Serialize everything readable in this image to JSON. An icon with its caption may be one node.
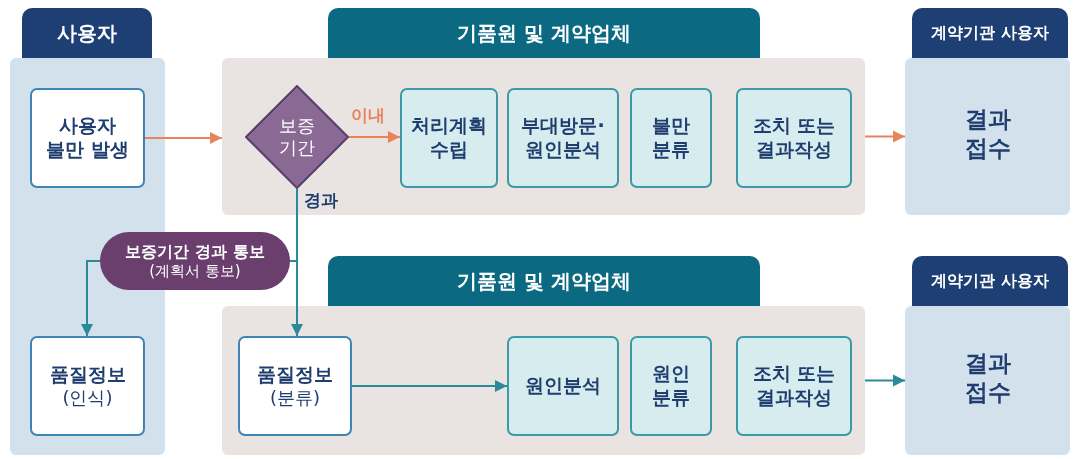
{
  "diagram": {
    "nodes": [
      {
        "text": [
          "사용자"
        ]
      },
      {
        "text": [
          "사용자 불만 발생"
        ],
        "in": 0
      },
      {
        "text": [
          "품질정보",
          "(인식)"
        ],
        "in": 0
      },
      {
        "text": [
          "기품원 및 계약업체"
        ]
      },
      {
        "text": [
          "보증 기간"
        ],
        "in": 3
      },
      {
        "text": [
          "처리계획 수립"
        ],
        "in": 3
      },
      {
        "text": [
          "부대방문· 원인분석"
        ],
        "in": 3
      },
      {
        "text": [
          "불만 분류"
        ],
        "in": 3
      },
      {
        "text": [
          "조치 또는 결과작성"
        ],
        "in": 3
      },
      {
        "text": [
          "계약기관 사용자",
          "결과 접수"
        ]
      },
      {
        "text": [
          "보증기간 경과 통보",
          "(계획서 통보)"
        ]
      },
      {
        "text": [
          "기품원 및 계약업체"
        ]
      },
      {
        "text": [
          "품질정보",
          "(분류)"
        ],
        "in": 11
      },
      {
        "text": [
          "원인분석"
        ],
        "in": 11
      },
      {
        "text": [
          "원인 분류"
        ],
        "in": 11
      },
      {
        "text": [
          "조치 또는 결과작성"
        ],
        "in": 11
      },
      {
        "text": [
          "계약기관 사용자",
          "결과 접수"
        ]
      }
    ],
    "edges": [
      {
        "from": 1,
        "to": 3,
        "arrow": "to",
        "color": "#e8845c"
      },
      {
        "from": 4,
        "to": 5,
        "arrow": "to",
        "label": "이내",
        "color": "#e8845c"
      },
      {
        "from": 3,
        "to": 9,
        "arrow": "to",
        "color": "#e8845c"
      },
      {
        "from": 4,
        "to": 12,
        "arrow": "to",
        "label": "경과"
      },
      {
        "from": 4,
        "to": 10,
        "arrow": "none"
      },
      {
        "from": 10,
        "to": 2,
        "arrow": "to"
      },
      {
        "from": 12,
        "to": 13,
        "arrow": "to"
      },
      {
        "from": 11,
        "to": 16,
        "arrow": "to"
      }
    ]
  }
}
